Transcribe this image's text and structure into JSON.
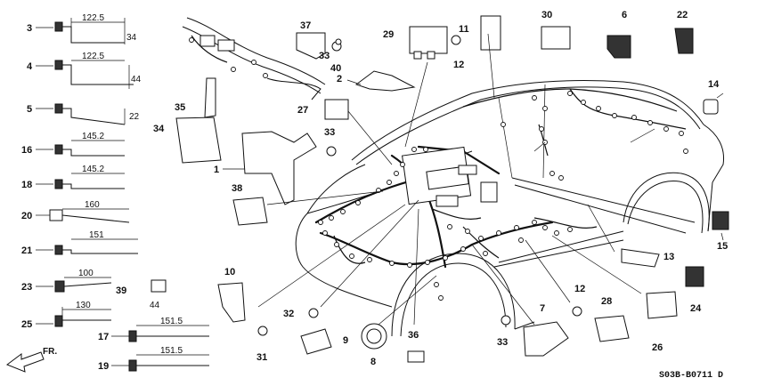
{
  "diagram": {
    "code": "S03B-B0711 D",
    "direction_label": "FR.",
    "callouts": {
      "c1": "1",
      "c2": "2",
      "c3": "3",
      "c4": "4",
      "c5": "5",
      "c6": "6",
      "c7": "7",
      "c8": "8",
      "c9": "9",
      "c10": "10",
      "c11": "11",
      "c12a": "12",
      "c12b": "12",
      "c13": "13",
      "c14": "14",
      "c15": "15",
      "c16": "16",
      "c17": "17",
      "c18": "18",
      "c19": "19",
      "c20": "20",
      "c21": "21",
      "c22": "22",
      "c23": "23",
      "c24": "24",
      "c25": "25",
      "c26": "26",
      "c27": "27",
      "c28": "28",
      "c29": "29",
      "c30": "30",
      "c31": "31",
      "c32": "32",
      "c33a": "33",
      "c33b": "33",
      "c33c": "33",
      "c34": "34",
      "c35": "35",
      "c36": "36",
      "c37": "37",
      "c38": "38",
      "c39": "39",
      "c40": "40"
    },
    "dimensions": {
      "d3w": "122.5",
      "d3h": "34",
      "d4w": "122.5",
      "d4h": "44",
      "d5h": "22",
      "d16w": "145.2",
      "d18w": "145.2",
      "d20w": "160",
      "d21w": "151",
      "d23w": "100",
      "d25w": "130",
      "d39h": "44",
      "d17w": "151.5",
      "d19w": "151.5"
    }
  }
}
